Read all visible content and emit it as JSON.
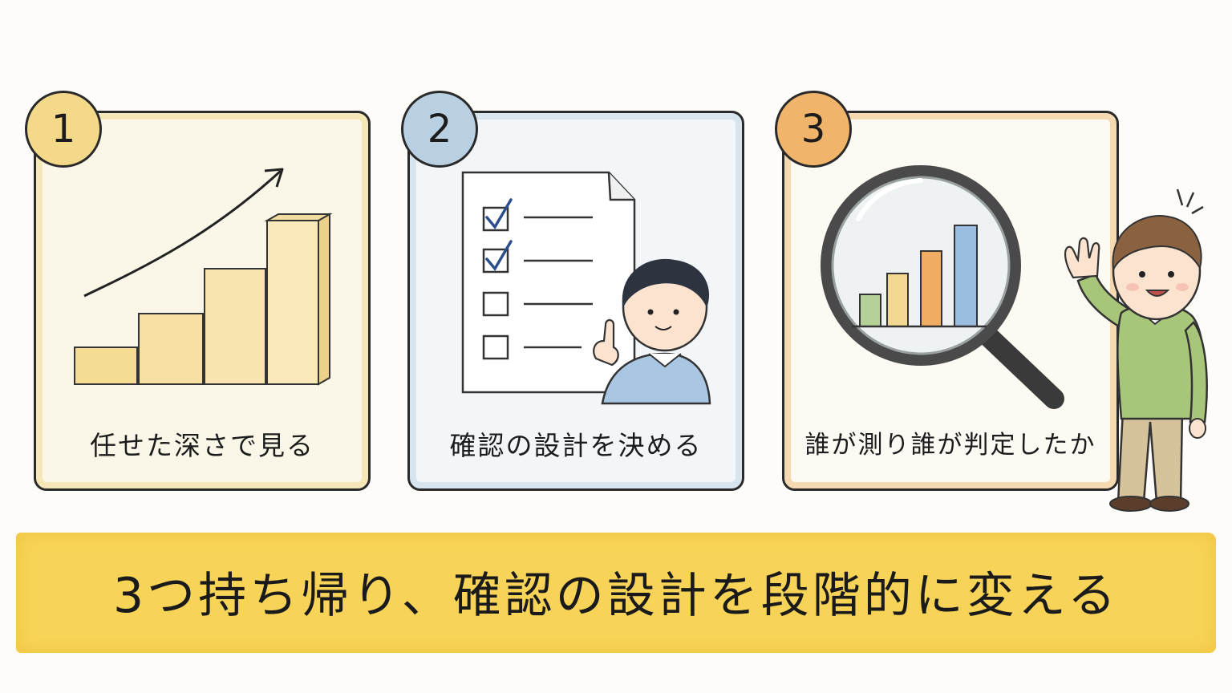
{
  "steps": [
    {
      "number": "1",
      "label": "任せた深さで見る",
      "accent": "#f5d98a",
      "icon": "rising-bar-chart-icon"
    },
    {
      "number": "2",
      "label": "確認の設計を決める",
      "accent": "#b9d0e3",
      "icon": "checklist-document-icon"
    },
    {
      "number": "3",
      "label": "誰が測り誰が判定したか",
      "accent": "#f0b46a",
      "icon": "magnifying-glass-chart-icon"
    }
  ],
  "banner": {
    "text": "3つ持ち帰り、確認の設計を段階的に変える",
    "color": "#f7d458"
  }
}
